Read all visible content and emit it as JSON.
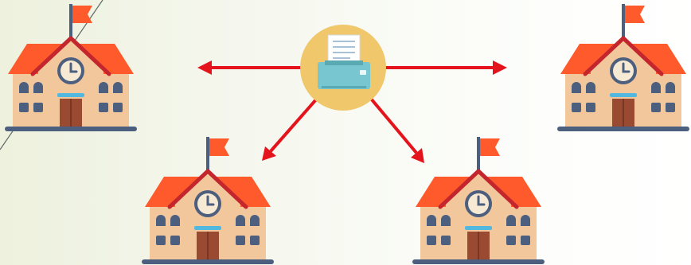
{
  "diagram": {
    "hub": {
      "icon": "fax-machine-icon",
      "circle_color": "#f0c76a"
    },
    "nodes": [
      {
        "id": "school-top-left",
        "icon": "school-building-icon"
      },
      {
        "id": "school-top-right",
        "icon": "school-building-icon"
      },
      {
        "id": "school-bottom-left",
        "icon": "school-building-icon"
      },
      {
        "id": "school-bottom-right",
        "icon": "school-building-icon"
      }
    ],
    "edges": [
      {
        "from": "hub",
        "to": "school-top-left",
        "direction": "outward"
      },
      {
        "from": "hub",
        "to": "school-top-right",
        "direction": "outward"
      },
      {
        "from": "hub",
        "to": "school-bottom-left",
        "direction": "outward"
      },
      {
        "from": "hub",
        "to": "school-bottom-right",
        "direction": "outward"
      }
    ],
    "colors": {
      "arrow": "#e5131b",
      "roof": "#ff5a2c",
      "roof_outline": "#c3262c",
      "wall": "#f3c79c",
      "door": "#9b4a32",
      "window": "#4d5f7e",
      "flag": "#ff5a2c",
      "fax_body": "#78c6cf",
      "background": "#f3f6ea"
    }
  }
}
